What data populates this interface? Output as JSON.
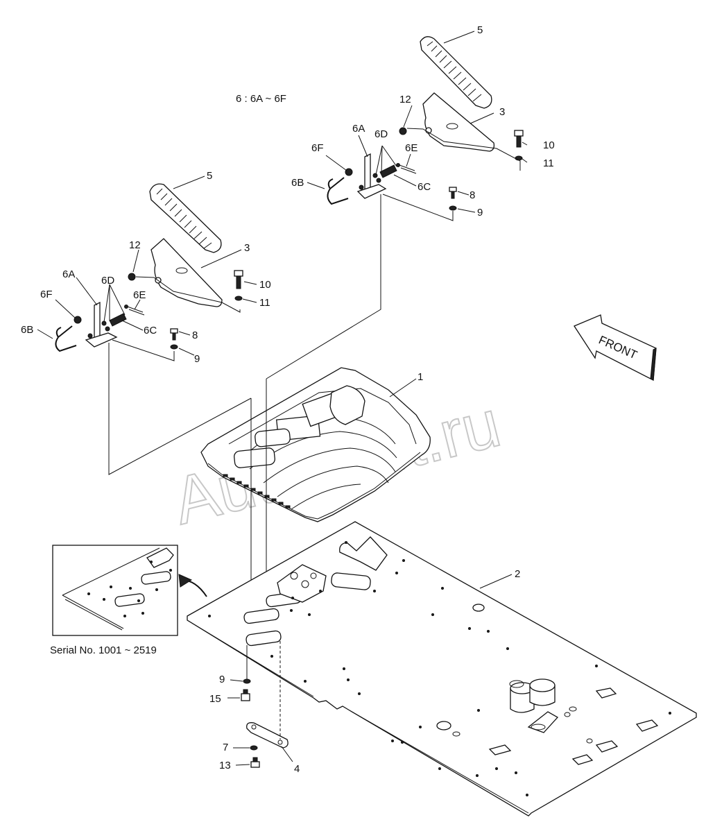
{
  "labels": {
    "group_note": "6 : 6A ~ 6F",
    "serial_note": "Serial No. 1001 ~ 2519",
    "front_arrow": "FRONT",
    "watermark": "AutoSoft.ru",
    "right_pedal": {
      "p5": "5",
      "p12": "12",
      "p3": "3",
      "p10": "10",
      "p11": "11",
      "p6a": "6A",
      "p6d": "6D",
      "p6e": "6E",
      "p6f": "6F",
      "p6b": "6B",
      "p6c": "6C",
      "p8": "8",
      "p9": "9"
    },
    "left_pedal": {
      "p5": "5",
      "p12": "12",
      "p3": "3",
      "p10": "10",
      "p11": "11",
      "p6a": "6A",
      "p6d": "6D",
      "p6e": "6E",
      "p6f": "6F",
      "p6b": "6B",
      "p6c": "6C",
      "p8": "8",
      "p9": "9"
    },
    "floor_mat": "1",
    "floor_plate": "2",
    "bottom": {
      "p9": "9",
      "p15": "15",
      "p7": "7",
      "p13": "13",
      "p4": "4"
    }
  }
}
